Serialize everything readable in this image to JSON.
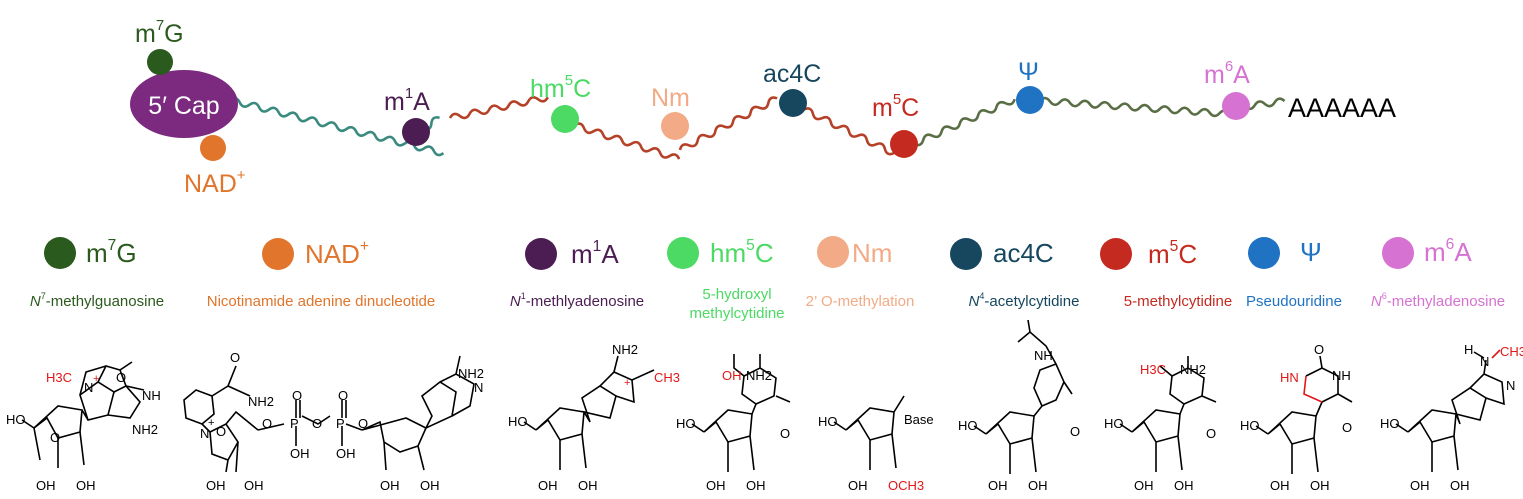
{
  "strand": {
    "cap_label": "5′ Cap",
    "tail_label": "AAAAAA",
    "cap_color": "#7b2a7f",
    "wave_teal": "#3a8a80",
    "wave_red": "#b54228",
    "wave_green": "#5a6e46"
  },
  "modifications": [
    {
      "key": "m7g",
      "sym": "m",
      "sup": "7",
      "rest": "G",
      "name_pre": "N",
      "name_sup": "7",
      "name_rest": "-methylguanosine",
      "color": "#2b5a1e"
    },
    {
      "key": "nad",
      "sym": "NAD",
      "sup": "+",
      "rest": "",
      "name": "Nicotinamide adenine dinucleotide",
      "color": "#e0752b"
    },
    {
      "key": "m1a",
      "sym": "m",
      "sup": "1",
      "rest": "A",
      "name_pre": "N",
      "name_sup": "1",
      "name_rest": "-methlyadenosine",
      "color": "#4b1d52"
    },
    {
      "key": "hm5c",
      "sym": "hm",
      "sup": "5",
      "rest": "C",
      "name_line1": "5-hydroxyl",
      "name_line2": "methylcytidine",
      "color": "#4cd964"
    },
    {
      "key": "nm",
      "sym": "Nm",
      "sup": "",
      "rest": "",
      "name": "2’ O-methylation",
      "color": "#f2ab86"
    },
    {
      "key": "ac4c",
      "sym": "ac4C",
      "sup": "",
      "rest": "",
      "name_pre": "N",
      "name_sup": "4",
      "name_rest": "-acetylcytidine",
      "color": "#16475f"
    },
    {
      "key": "m5c",
      "sym": "m",
      "sup": "5",
      "rest": "C",
      "name": "5-methylcytidine",
      "color": "#c42a1f"
    },
    {
      "key": "psi",
      "sym": "Ψ",
      "sup": "",
      "rest": "",
      "name": "Pseudouridine",
      "color": "#1f73c2"
    },
    {
      "key": "m6a",
      "sym": "m",
      "sup": "6",
      "rest": "A",
      "name_pre": "N",
      "name_sup": "6",
      "name_rest": "-methyladenosine",
      "color": "#d672d2"
    }
  ],
  "structures": {
    "oh": "OH",
    "ho": "HO",
    "h3c": "H3C",
    "nh2": "NH2",
    "ch3": "CH3",
    "o": "O",
    "n": "N",
    "nh": "NH",
    "hn": "HN",
    "p": "P",
    "h": "H",
    "base": "Base",
    "och3": "OCH3",
    "plus": "+",
    "highlight_color": "#e01818"
  }
}
